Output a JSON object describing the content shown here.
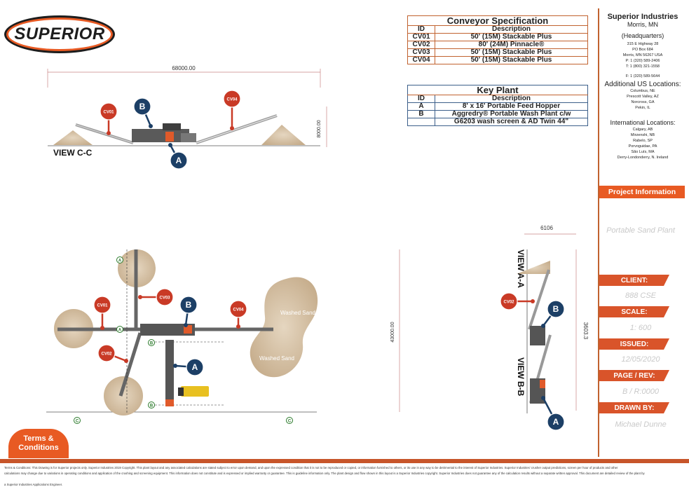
{
  "brand": {
    "logo_text": "SUPERIOR",
    "reg": "®"
  },
  "conveyor_spec": {
    "title": "Conveyor Specification",
    "headers": [
      "ID",
      "Description"
    ],
    "rows": [
      [
        "CV01",
        "50' (15M) Stackable Plus"
      ],
      [
        "CV02",
        "80' (24M) Pinnacle®"
      ],
      [
        "CV03",
        "50' (15M) Stackable Plus"
      ],
      [
        "CV04",
        "50' (15M) Stackable Plus"
      ]
    ]
  },
  "key_plant": {
    "title": "Key Plant",
    "headers": [
      "ID",
      "Description"
    ],
    "rows": [
      [
        "A",
        "8' x 16' Portable Feed Hopper"
      ],
      [
        "B",
        "Aggredry® Portable Wash Plant c/w"
      ],
      [
        "",
        "G6203 wash screen & AD Twin 44\""
      ]
    ]
  },
  "company": {
    "name": "Superior Industries",
    "city": "Morris, MN",
    "hq": "(Headquarters)",
    "address": [
      "315 E Highway 28",
      "PO Box 684",
      "Morris, MN 56267 USA",
      "P: 1 (320) 589-2406",
      "T: 1 (800) 321-1558",
      "",
      "F: 1 (320) 589-5644"
    ],
    "us_title": "Additional US Locations:",
    "us_locations": [
      "Columbus, NE",
      "Prescott Valley, AZ",
      "Norcross, GA",
      "Pekin, IL"
    ],
    "intl_title": "International Locations:",
    "intl_locations": [
      "Calgary, AB",
      "Mirzenshi, NB",
      "Rabelo, SP",
      "Porvoguidae, PA",
      "São Luís, MA",
      "Derry-Londonderry, N. Ireland"
    ]
  },
  "project": {
    "header": "Project Information",
    "name": "Portable Sand Plant",
    "client_label": "CLIENT:",
    "client": "888 CSE",
    "scale_label": "SCALE:",
    "scale": "1: 600",
    "issued_label": "ISSUED:",
    "issued": "12/05/2020",
    "page_label": "PAGE / REV:",
    "page": "B / R:0000",
    "drawn_label": "DRAWN BY:",
    "drawn": "Michael Dunne"
  },
  "drawing": {
    "view_cc": "VIEW C-C",
    "view_aa": "VIEW A-A",
    "view_bb": "VIEW B-B",
    "dim_width": "68000.00",
    "dim_height": "8000.00",
    "dim_plan_height": "43000.00",
    "dim_side_width": "6106",
    "dim_side_height": "3603.3",
    "washed_sand": "Washed Sand",
    "marker_a": "A",
    "marker_b": "B",
    "cv_labels": [
      "CV01",
      "CV02",
      "CV03",
      "CV04"
    ],
    "section_b": "B",
    "section_c": "C",
    "section_a": "A"
  },
  "terms": {
    "tab_label": "Terms & Conditions",
    "line1": "Terms & Conditions: This Drawing is for Superior projects only. Superior Industries 2019 Copyright. This plant layout and any associated calculations are stated subject to error upon demand, and upon the expressed condition that it is not to be reproduced or copied, or information furnished to others, or its use in any way to be detrimental to the interest of Superior Industries. Superior Industries' crusher output predictions, screen per hour of products and other",
    "line2": "calculations may change due to variations in operating conditions and application of the crushing and screening equipment. This information does not constitute and is expressed or implied warranty or guarantee. This is guideline information only. The plant design and flow shown in this layout is a Superior Industries copyright. Superior Industries does not guarantee any of the calculation results without a separate written approval. This document are detailed review of the plant by",
    "line3": "a Superior Industries Applications Engineer."
  },
  "colors": {
    "accent": "#e85a23",
    "navy": "#1c3f66",
    "red_marker": "#c93a26",
    "sand": "#d4bfa0"
  }
}
